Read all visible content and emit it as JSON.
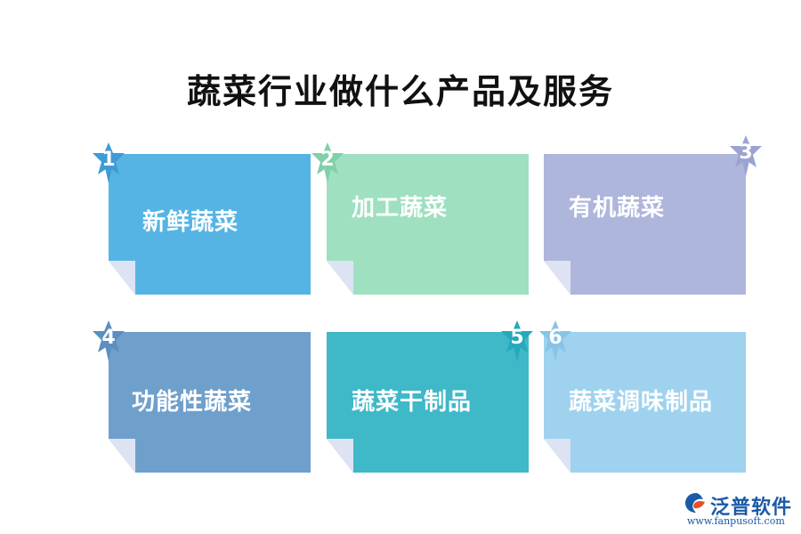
{
  "title": "蔬菜行业做什么产品及服务",
  "items": [
    {
      "number": "1",
      "label": "新鲜蔬菜",
      "color": "#56b4e4",
      "star_color": "#3f9bd3"
    },
    {
      "number": "2",
      "label": "加工蔬菜",
      "color": "#9ee0c0",
      "star_color": "#80d0aa"
    },
    {
      "number": "3",
      "label": "有机蔬菜",
      "color": "#aeb6dc",
      "star_color": "#9aa3d2"
    },
    {
      "number": "4",
      "label": "功能性蔬菜",
      "color": "#6fa0cc",
      "star_color": "#5c8fc0"
    },
    {
      "number": "5",
      "label": "蔬菜干制品",
      "color": "#3fb8c8",
      "star_color": "#25a9bc"
    },
    {
      "number": "6",
      "label": "蔬菜调味制品",
      "color": "#9fd2ee",
      "star_color": "#88c4e6"
    }
  ],
  "logo": {
    "brand": "泛普软件",
    "url": "www.fanpusoft.com",
    "color": "#1a5aa8",
    "accent": "#e8502a"
  }
}
